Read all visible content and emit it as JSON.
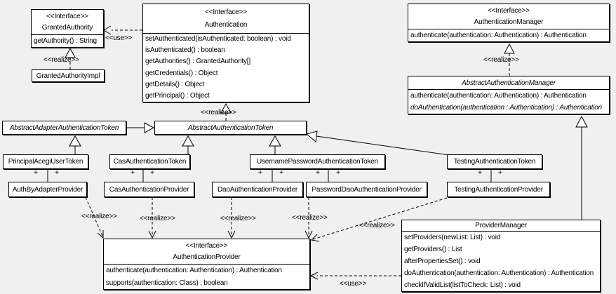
{
  "diagram": {
    "bg_color": "#f0f0f0",
    "box_fill": "#ffffff",
    "line_color": "#000000"
  },
  "labels": {
    "use": "<<use>>",
    "realize": "<<realize>>",
    "plus": "+"
  },
  "classes": {
    "granted_authority": {
      "stereotype": "<<Interface>>",
      "name": "GrantedAuthority",
      "methods": [
        "getAuthority() : String"
      ]
    },
    "granted_authority_impl": {
      "name": "GrantedAuthorityImpl"
    },
    "authentication": {
      "stereotype": "<<Interface>>",
      "name": "Authentication",
      "methods": [
        "setAuthenticated(isAuthenticated: boolean) : void",
        "isAuthenticated() : boolean",
        "getAuthorities() : GrantedAuthority[]",
        "getCredentials() : Object",
        "getDetails() : Object",
        "getPrincipal() : Object"
      ]
    },
    "authentication_manager": {
      "stereotype": "<<Interface>>",
      "name": "AuthenticationManager",
      "methods": [
        "authenticate(authentication: Authentication) : Authentication"
      ]
    },
    "abstract_authentication_manager": {
      "name": "AbstractAuthenticationManager",
      "methods": [
        "authenticate(authentication: Authentication) : Authentication",
        "doAuthentication(authentication : Authentication) : Authentication"
      ]
    },
    "abstract_adapter_authentication_token": {
      "name": "AbstractAdapterAuthenticationToken"
    },
    "abstract_authentication_token": {
      "name": "AbstractAuthenticationToken"
    },
    "principal_acegi_user_token": {
      "name": "PrincipalAcegiUserToken"
    },
    "cas_authentication_token": {
      "name": "CasAuthenticationToken"
    },
    "username_password_authentication_token": {
      "name": "UsernamePasswordAuthenticationToken"
    },
    "testing_authentication_token": {
      "name": "TestingAuthenticationToken"
    },
    "auth_by_adapter_provider": {
      "name": "AuthByAdapterProvider"
    },
    "cas_authentication_provider": {
      "name": "CasAuthenticationProvider"
    },
    "dao_authentication_provider": {
      "name": "DaoAuthenticationProvider"
    },
    "password_dao_authentication_provider": {
      "name": "PasswordDaoAuthenticationProvider"
    },
    "testing_authentication_provider": {
      "name": "TestingAuthenticationProvider"
    },
    "authentication_provider": {
      "stereotype": "<<Interface>>",
      "name": "AuthenticationProvider",
      "methods": [
        "authenticate(authentication: Authentication) : Authentication",
        "supports(authentication: Class) : boolean"
      ]
    },
    "provider_manager": {
      "name": "ProviderManager",
      "methods": [
        "setProviders(newList: List) : void",
        "getProviders() : List",
        "afterPropertiesSet() : void",
        "doAuthentication(authentication: Authentication) : Authentication",
        "checkIfValidList(listToCheck: List) : void"
      ]
    }
  }
}
